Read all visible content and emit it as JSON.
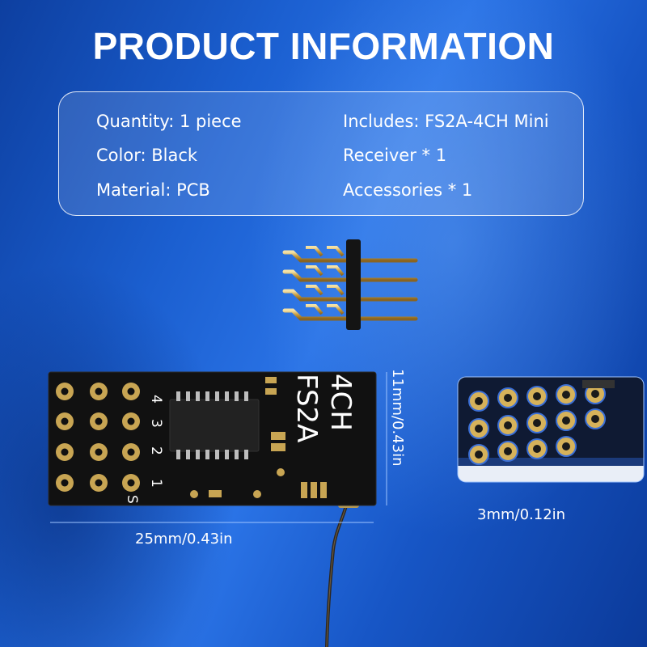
{
  "heading": "PRODUCT INFORMATION",
  "info": {
    "left": [
      "Quantity: 1 piece",
      "Color: Black",
      "Material: PCB"
    ],
    "right": [
      "Includes: FS2A-4CH Mini",
      "Receiver * 1",
      "Accessories * 1"
    ]
  },
  "board": {
    "silk_model": "4CH",
    "silk_series": "FS2A",
    "pin_numbers": [
      "4",
      "3",
      "2",
      "1"
    ],
    "pin_label_s": "S"
  },
  "dimensions": {
    "length": "25mm/0.43in",
    "width": "11mm/0.43in",
    "thickness": "3mm/0.12in"
  },
  "colors": {
    "background": "#1b5fd0",
    "pcb": "#111111",
    "gold": "#d6b25a"
  }
}
